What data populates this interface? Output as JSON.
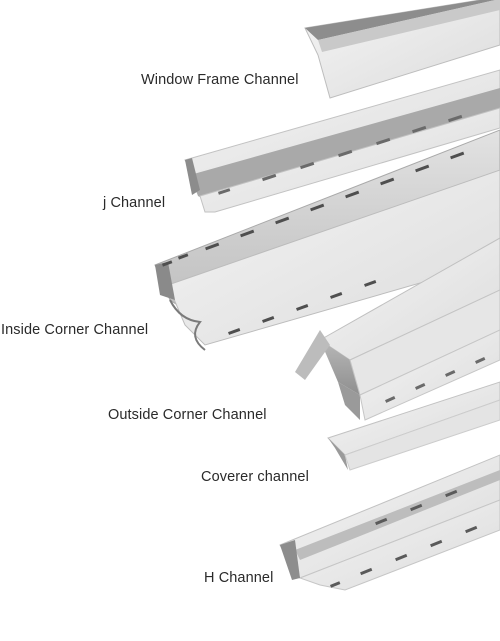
{
  "labels": {
    "window_frame": "Window Frame Channel",
    "j": "j Channel",
    "inside_corner": "Inside Corner Channel",
    "outside_corner": "Outside Corner Channel",
    "coverer": "Coverer channel",
    "h": "H Channel"
  },
  "colors": {
    "background": "#ffffff",
    "profile_light": "#eeeeee",
    "profile_mid": "#d6d6d6",
    "profile_dark": "#a8a8a8",
    "slot": "#5a5a5a",
    "label_text": "#2a2a2a"
  }
}
